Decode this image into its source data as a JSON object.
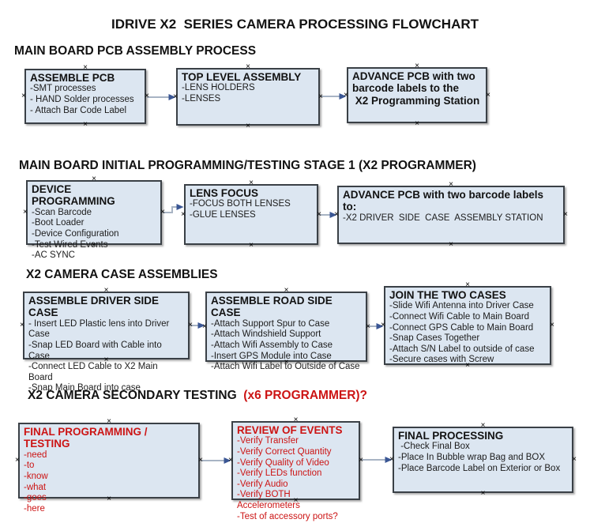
{
  "title": "IDRIVE X2  SERIES CAMERA PROCESSING FLOWCHART",
  "colors": {
    "red_text": "#cc1414",
    "black_text": "#121212",
    "box_fill": "#dce6f1",
    "box_border": "#3a4046",
    "arrow_line": "#a8b4c4",
    "arrow_head": "#3a5694"
  },
  "icons": {
    "connection_point": "×"
  },
  "sections": [
    {
      "heading": "MAIN BOARD PCB ASSEMBLY PROCESS",
      "heading_red": "",
      "boxes": [
        {
          "title": "ASSEMBLE PCB",
          "items": [
            "-SMT processes",
            "- HAND Solder processes",
            "- Attach Bar Code Label"
          ]
        },
        {
          "title": "TOP LEVEL ASSEMBLY",
          "items": [
            "-LENS HOLDERS",
            "-LENSES"
          ]
        },
        {
          "title": "ADVANCE PCB with two\nbarcode labels to the\n X2 Programming Station",
          "items": []
        }
      ]
    },
    {
      "heading": "MAIN BOARD INITIAL PROGRAMMING/TESTING STAGE 1 (X2 PROGRAMMER)",
      "heading_red": "",
      "boxes": [
        {
          "title": "DEVICE PROGRAMMING",
          "items": [
            "-Scan Barcode",
            "-Boot Loader",
            "-Device Configuration",
            "-Test Wired Events",
            "-AC SYNC"
          ]
        },
        {
          "title": "LENS FOCUS",
          "items": [
            "-FOCUS BOTH LENSES",
            "-GLUE LENSES"
          ]
        },
        {
          "title": "ADVANCE PCB with two barcode labels to:",
          "items": [
            "-X2 DRIVER  SIDE  CASE  ASSEMBLY STATION"
          ]
        }
      ]
    },
    {
      "heading": "X2 CAMERA CASE ASSEMBLIES",
      "heading_red": "",
      "boxes": [
        {
          "title": "ASSEMBLE DRIVER SIDE CASE",
          "items": [
            "- Insert LED Plastic lens into Driver Case",
            "-Snap LED Board with Cable into Case",
            "-Connect LED Cable to X2 Main Board",
            "-Snap Main Board into case"
          ]
        },
        {
          "title": "ASSEMBLE ROAD SIDE CASE",
          "items": [
            "-Attach Support Spur to Case",
            "-Attach Windshield Support",
            "-Attach Wifi Assembly to Case",
            "-Insert GPS Module into Case",
            "-Attach Wifi Label to Outside of Case"
          ]
        },
        {
          "title": "JOIN THE TWO CASES",
          "items": [
            "-Slide Wifi Antenna into Driver Case",
            "-Connect Wifi Cable to Main Board",
            "-Connect GPS Cable to Main Board",
            "-Snap Cases Together",
            "-Attach S/N Label to outside of case",
            "-Secure cases with Screw"
          ]
        }
      ]
    },
    {
      "heading": "X2 CAMERA SECONDARY TESTING  ",
      "heading_red": "(x6 PROGRAMMER)?",
      "boxes": [
        {
          "title": "FINAL PROGRAMMING / TESTING",
          "items": [
            "-need",
            "-to",
            "-know",
            "-what",
            "-goes",
            "-here"
          ]
        },
        {
          "title": "REVIEW OF EVENTS",
          "items": [
            "-Verify Transfer",
            "-Verify Correct Quantity",
            "-Verify Quality of Video",
            "-Verify LEDs function",
            "-Verify Audio",
            "-Verify BOTH Accelerometers",
            "-Test of accessory ports?"
          ]
        },
        {
          "title": "FINAL PROCESSING",
          "items": [
            " -Check Final Box",
            "-Place In Bubble wrap Bag and BOX",
            "-Place Barcode Label on Exterior or Box"
          ]
        }
      ]
    }
  ]
}
